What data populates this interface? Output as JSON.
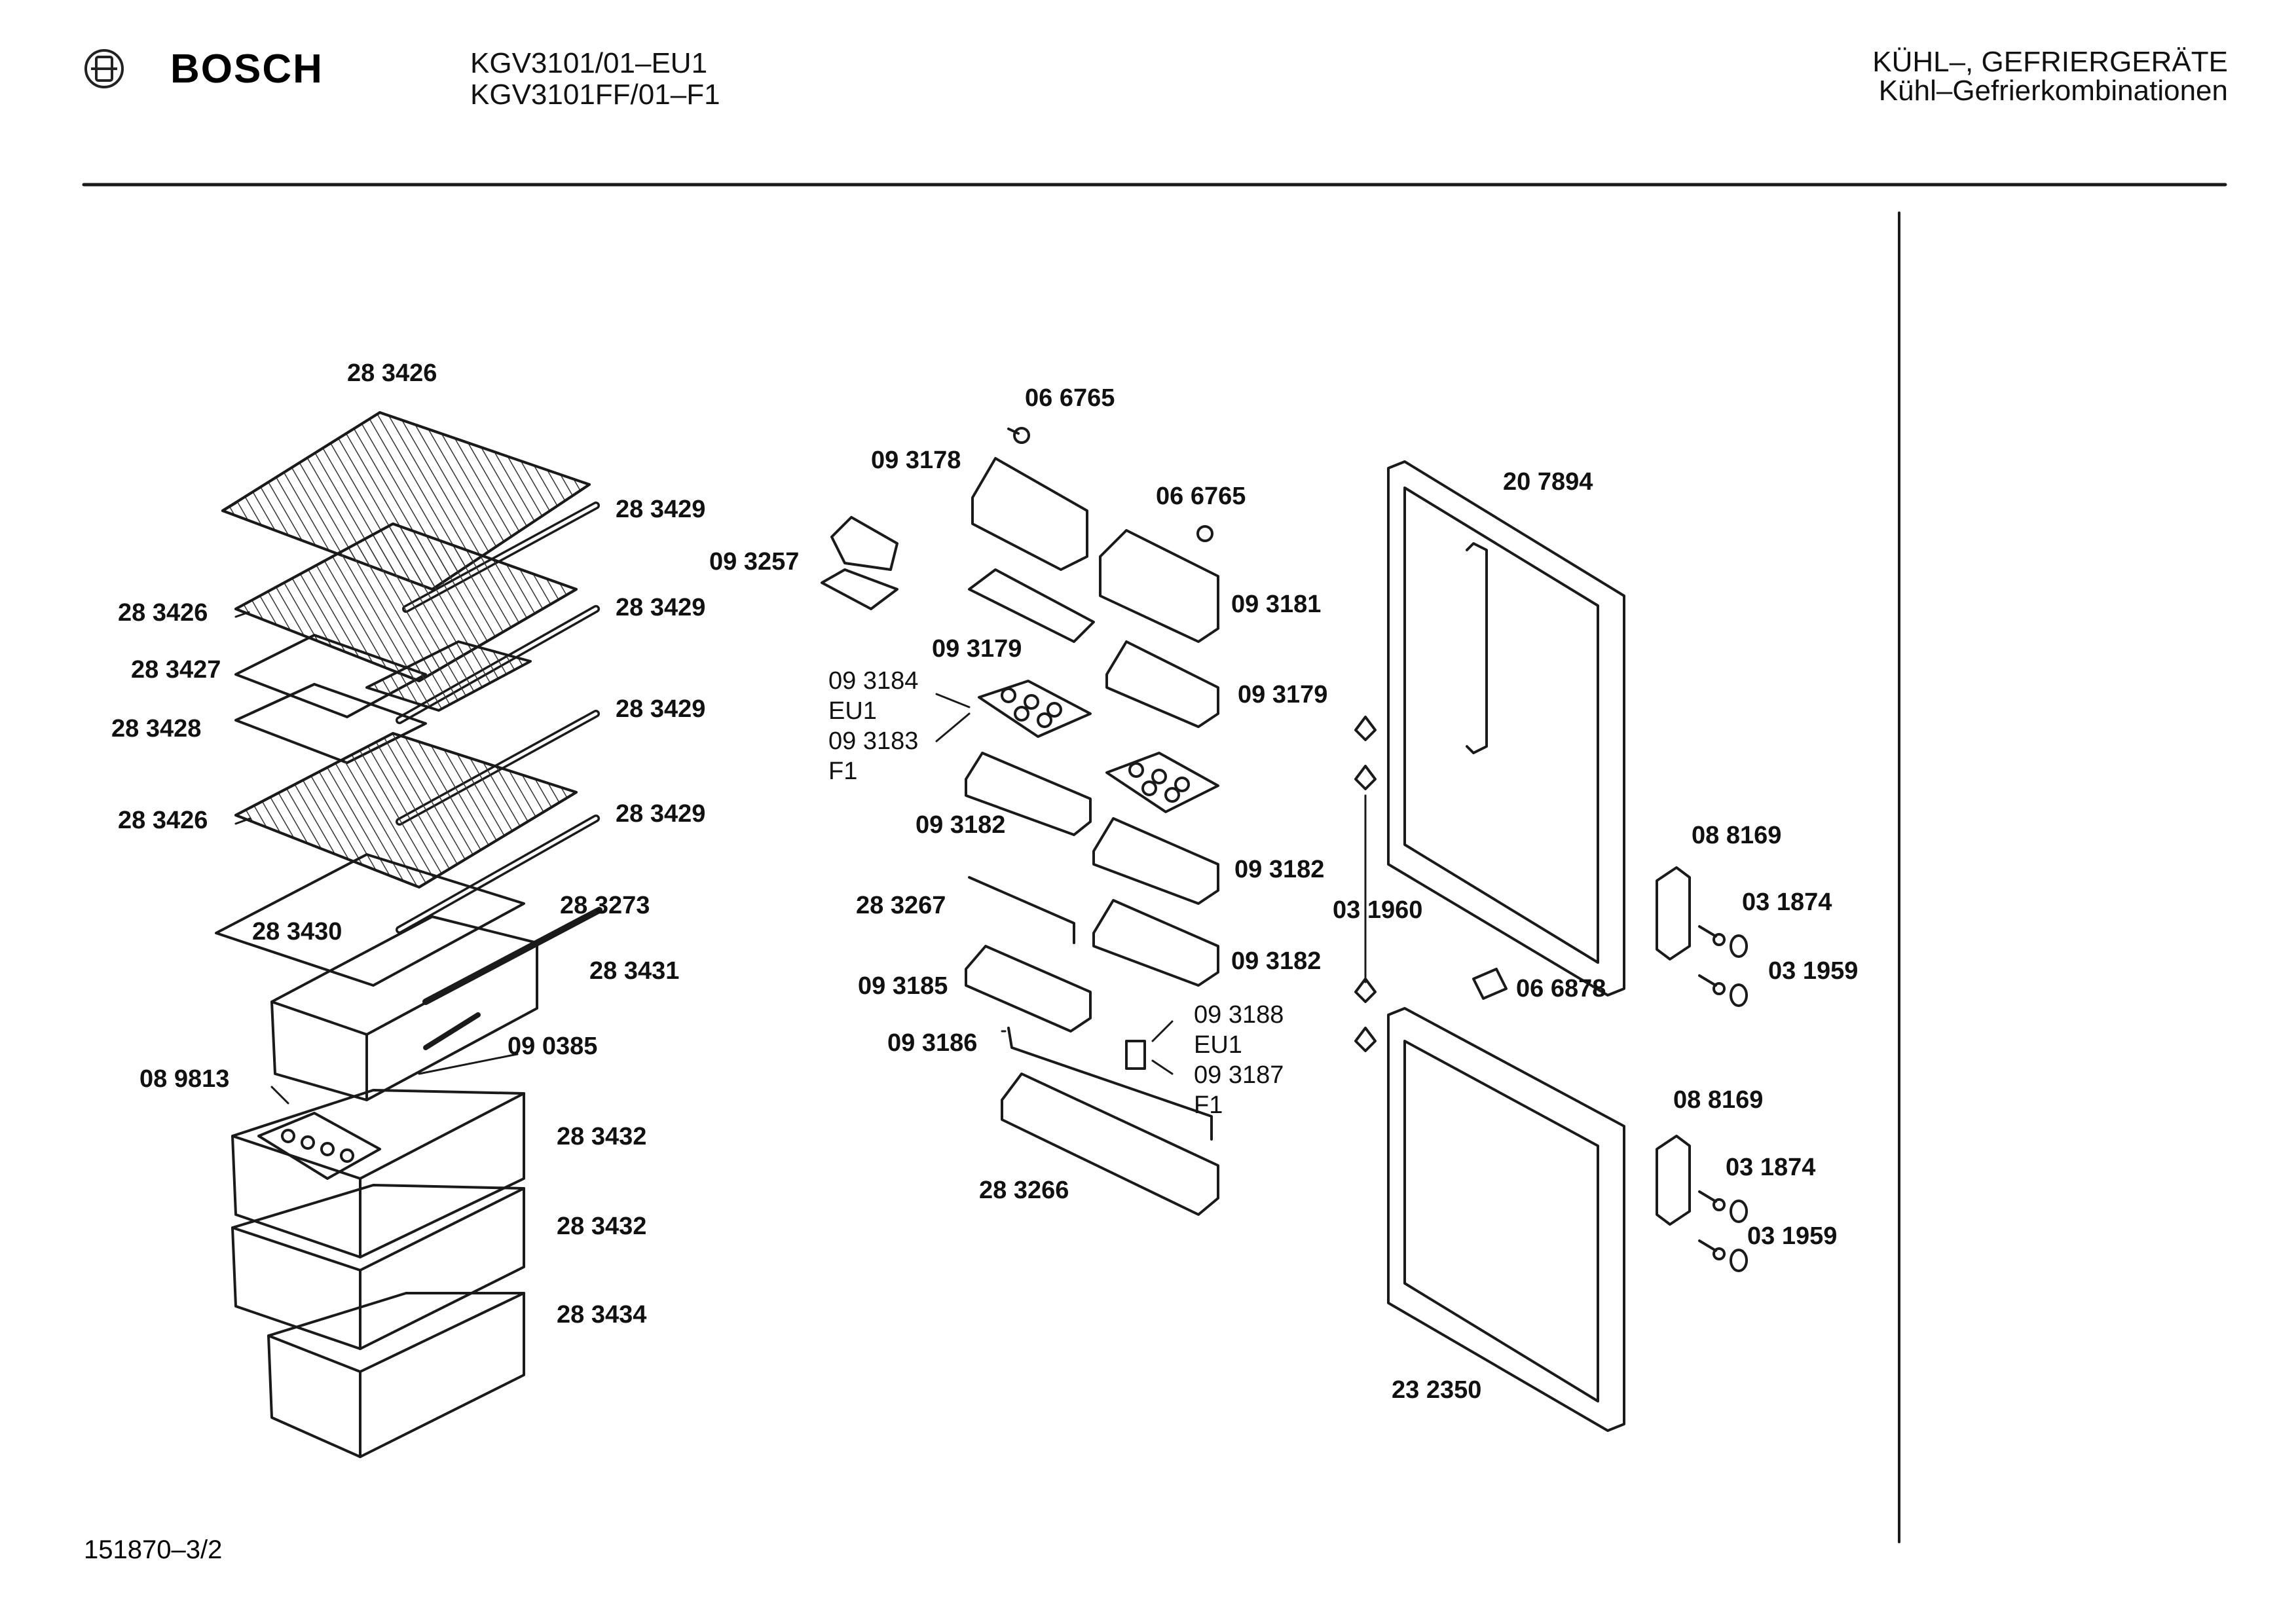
{
  "header": {
    "brand": "BOSCH",
    "model_lines": [
      "KGV3101/01–EU1",
      "KGV3101FF/01–F1"
    ],
    "category_lines": [
      "KÜHL–, GEFRIERGERÄTE",
      "Kühl–Gefrierkombinationen"
    ]
  },
  "footer": {
    "drawing_number": "151870–3/2"
  },
  "parts": [
    {
      "id": "p01",
      "text": "28 3426"
    },
    {
      "id": "p02",
      "text": "28 3429"
    },
    {
      "id": "p03",
      "text": "28 3426"
    },
    {
      "id": "p04",
      "text": "28 3429"
    },
    {
      "id": "p05",
      "text": "28 3427"
    },
    {
      "id": "p06",
      "text": "28 3428"
    },
    {
      "id": "p07",
      "text": "28 3429"
    },
    {
      "id": "p08",
      "text": "28 3426"
    },
    {
      "id": "p09",
      "text": "28 3429"
    },
    {
      "id": "p10",
      "text": "28 3273"
    },
    {
      "id": "p11",
      "text": "28 3430"
    },
    {
      "id": "p12",
      "text": "28 3431"
    },
    {
      "id": "p13",
      "text": "09 0385"
    },
    {
      "id": "p14",
      "text": "08 9813"
    },
    {
      "id": "p15",
      "text": "28 3432"
    },
    {
      "id": "p16",
      "text": "28 3432"
    },
    {
      "id": "p17",
      "text": "28 3434"
    },
    {
      "id": "p18",
      "text": "06 6765"
    },
    {
      "id": "p19",
      "text": "09 3178"
    },
    {
      "id": "p20",
      "text": "06 6765"
    },
    {
      "id": "p21",
      "text": "09 3257"
    },
    {
      "id": "p22",
      "text": "09 3181"
    },
    {
      "id": "p23",
      "text": "09 3179"
    },
    {
      "id": "p24",
      "text": "09 3179"
    },
    {
      "id": "p25",
      "text": "09 3182"
    },
    {
      "id": "p26",
      "text": "09 3182"
    },
    {
      "id": "p27",
      "text": "28 3267"
    },
    {
      "id": "p28",
      "text": "09 3182"
    },
    {
      "id": "p29",
      "text": "09 3185"
    },
    {
      "id": "p30",
      "text": "09 3186"
    },
    {
      "id": "p31",
      "text": "28 3266"
    },
    {
      "id": "p32",
      "text": "20 7894"
    },
    {
      "id": "p33",
      "text": "03 1960"
    },
    {
      "id": "p34",
      "text": "06 6878"
    },
    {
      "id": "p35",
      "text": "08 8169"
    },
    {
      "id": "p36",
      "text": "03 1874"
    },
    {
      "id": "p37",
      "text": "03 1959"
    },
    {
      "id": "p38",
      "text": "08 8169"
    },
    {
      "id": "p39",
      "text": "03 1874"
    },
    {
      "id": "p40",
      "text": "03 1959"
    },
    {
      "id": "p41",
      "text": "23 2350"
    }
  ],
  "variant_notes": [
    {
      "id": "v1",
      "lines": [
        "09 3184",
        "EU1",
        "09 3183",
        "F1"
      ]
    },
    {
      "id": "v2",
      "lines": [
        "09 3188",
        "EU1",
        "09 3187",
        "F1"
      ]
    }
  ]
}
